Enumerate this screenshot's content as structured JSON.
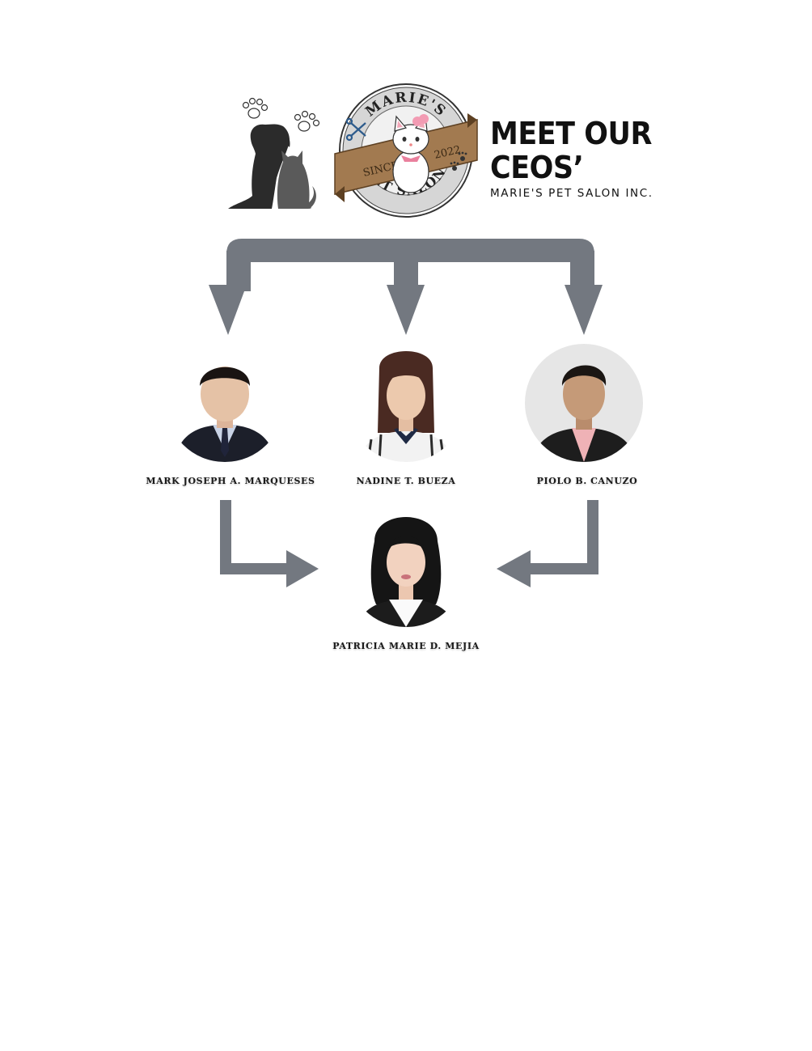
{
  "header": {
    "title": "MEET OUR CEOS’",
    "company": "MARIE'S PET SALON INC."
  },
  "logo": {
    "top_text": "MARIE'S",
    "bottom_text": "PET SALON",
    "since_label": "SINCE",
    "year": "2022"
  },
  "people": [
    {
      "name": "MARK JOSEPH A. MARQUESES",
      "icon": "person-avatar"
    },
    {
      "name": "NADINE T. BUEZA",
      "icon": "person-avatar"
    },
    {
      "name": "PIOLO B. CANUZO",
      "icon": "person-avatar"
    },
    {
      "name": "PATRICIA MARIE D. MEJIA",
      "icon": "person-avatar"
    }
  ],
  "colors": {
    "arrow": "#737880",
    "banner": "#a27a50",
    "logo_ring": "#d6d6d6",
    "text": "#111111"
  }
}
